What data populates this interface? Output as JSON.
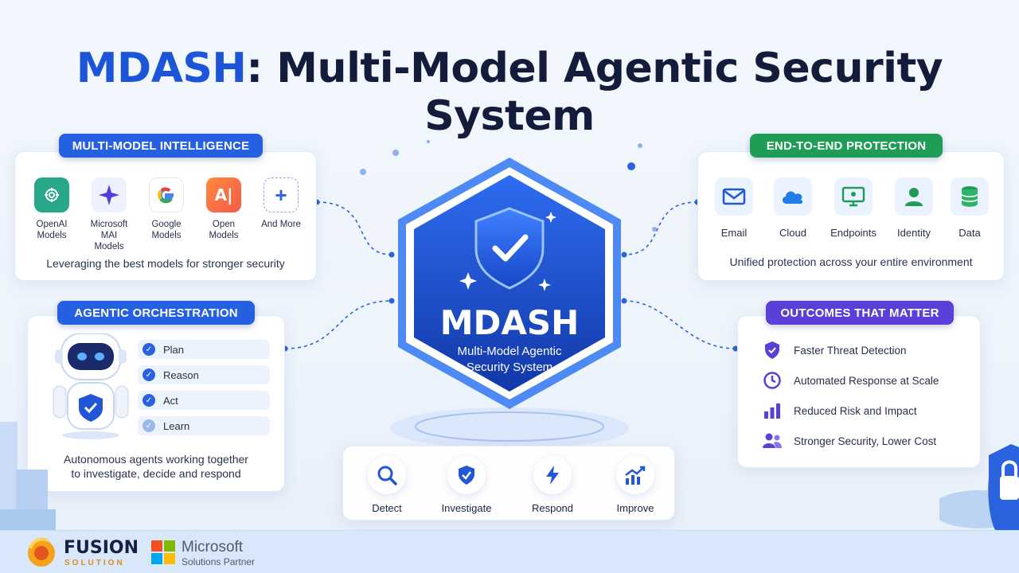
{
  "title": {
    "accent": "MDASH",
    "rest": ": Multi-Model Agentic Security System"
  },
  "multi_model": {
    "heading": "MULTI-MODEL INTELLIGENCE",
    "models": [
      {
        "icon": "openai-icon",
        "label": "OpenAI Models"
      },
      {
        "icon": "sparkle-icon",
        "label": "Microsoft MAI Models"
      },
      {
        "icon": "google-icon",
        "label": "Google Models"
      },
      {
        "icon": "ai-icon",
        "label": "Open Models"
      },
      {
        "icon": "plus-icon",
        "label": "And More"
      }
    ],
    "caption": "Leveraging the best models for stronger security"
  },
  "orchestration": {
    "heading": "AGENTIC ORCHESTRATION",
    "steps": [
      "Plan",
      "Reason",
      "Act",
      "Learn"
    ],
    "caption_line1": "Autonomous agents working together",
    "caption_line2": "to investigate, decide and respond"
  },
  "center": {
    "name": "MDASH",
    "subtitle_line1": "Multi-Model Agentic",
    "subtitle_line2": "Security System"
  },
  "cycle": [
    "Detect",
    "Investigate",
    "Respond",
    "Improve"
  ],
  "protection": {
    "heading": "END-TO-END PROTECTION",
    "items": [
      {
        "icon": "mail-icon",
        "label": "Email"
      },
      {
        "icon": "cloud-icon",
        "label": "Cloud"
      },
      {
        "icon": "monitor-icon",
        "label": "Endpoints"
      },
      {
        "icon": "identity-icon",
        "label": "Identity"
      },
      {
        "icon": "database-icon",
        "label": "Data"
      }
    ],
    "caption": "Unified protection across your entire environment"
  },
  "outcomes": {
    "heading": "OUTCOMES THAT MATTER",
    "items": [
      {
        "icon": "shield-check-icon",
        "label": "Faster Threat Detection"
      },
      {
        "icon": "clock-icon",
        "label": "Automated Response at Scale"
      },
      {
        "icon": "bar-chart-icon",
        "label": "Reduced Risk and Impact"
      },
      {
        "icon": "users-icon",
        "label": "Stronger Security, Lower Cost"
      }
    ]
  },
  "footer": {
    "fusion_name": "FUSION",
    "fusion_sub": "SOLUTION",
    "ms_name": "Microsoft",
    "ms_sub": "Solutions Partner"
  },
  "colors": {
    "accent_blue": "#1d55d8",
    "pill_green": "#1f9d57",
    "pill_purple": "#5a3fd8",
    "hex_dark": "#1742c4"
  }
}
